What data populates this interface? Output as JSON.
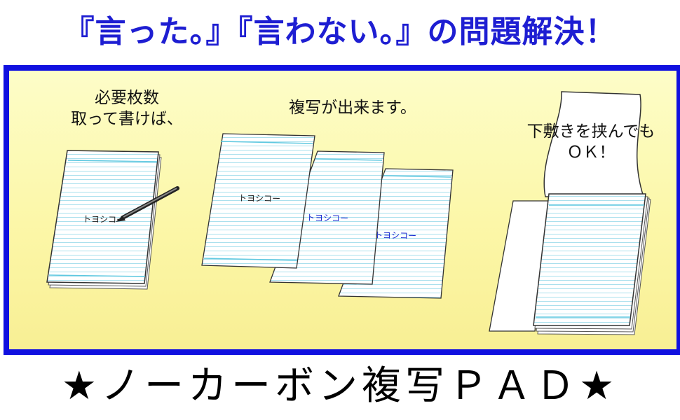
{
  "headline": "『言った。』『言わない。』の問題解決！",
  "captions": {
    "step1_line1": "必要枚数",
    "step1_line2": "取って書けば、",
    "step2": "複写が出来ます。",
    "step3_line1": "下敷きを挟んでも",
    "step3_line2": "ＯＫ！"
  },
  "pad_writing": "トヨシコー",
  "footer": "★ノーカーボン複写ＰＡＤ★",
  "colors": {
    "headline": "#1e1ed2",
    "panel_border": "#1010e0",
    "ruled_line": "#7fd3e6",
    "copy_ink": "#1a2bd0"
  }
}
